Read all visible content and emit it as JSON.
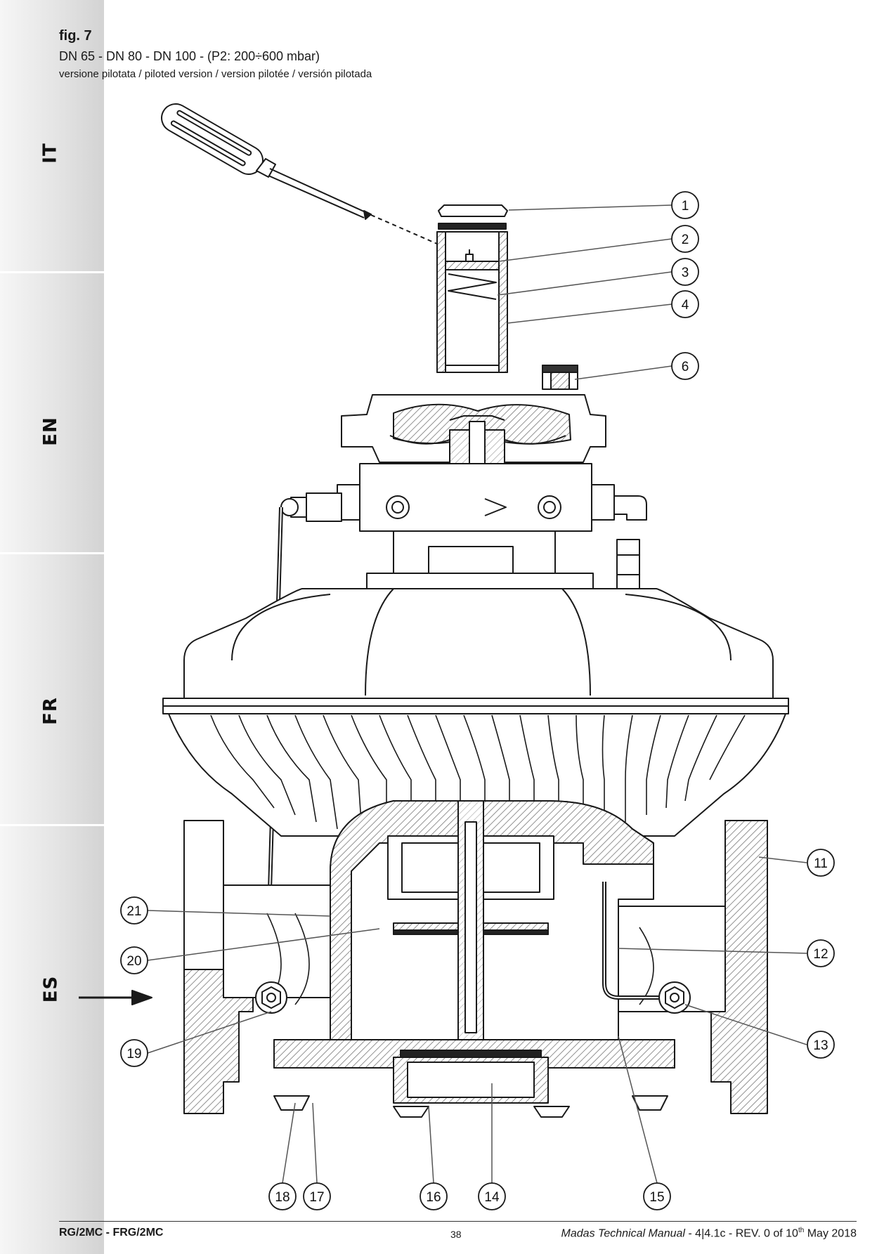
{
  "sidebar": {
    "languages": [
      "IT",
      "EN",
      "FR",
      "ES"
    ]
  },
  "figure": {
    "label": "fig. 7",
    "subtitle": "DN 65 - DN 80 - DN 100  -  (P2: 200÷600 mbar)",
    "caption": "versione pilotata / piloted version / version pilotée / versión pilotada"
  },
  "callouts": [
    "1",
    "2",
    "3",
    "4",
    "6",
    "11",
    "12",
    "13",
    "14",
    "15",
    "16",
    "17",
    "18",
    "19",
    "20",
    "21"
  ],
  "footer": {
    "model": "RG/2MC - FRG/2MC",
    "page_number": "38",
    "manual_title": "Madas Technical Manual",
    "manual_rev_a": " - 4|4.1c - REV. 0 of 10",
    "manual_rev_sup": "th",
    "manual_rev_b": " May 2018"
  },
  "colors": {
    "sidebar_gradient_start": "#f6f6f6",
    "sidebar_gradient_end": "#d3d3d3",
    "line": "#1a1a1a",
    "leader": "#555555",
    "hatch": "#777777"
  },
  "icons": [
    "screwdriver-icon",
    "flow-arrow-icon"
  ]
}
